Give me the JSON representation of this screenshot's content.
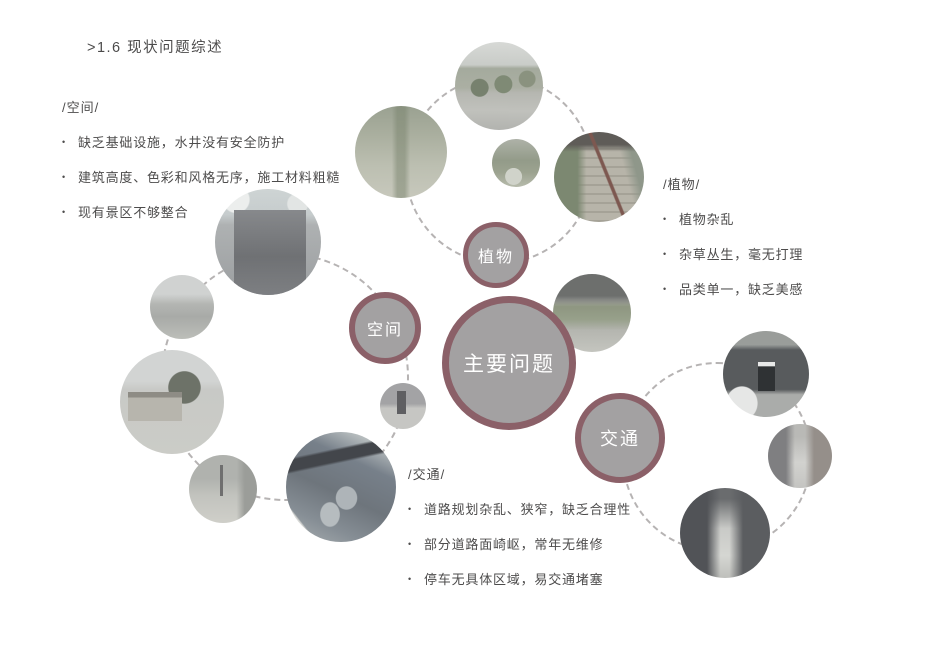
{
  "title": ">1.6 现状问题综述",
  "bullet_char": "•",
  "colors": {
    "accent": "#8b6068",
    "bubble_fill": "#a3a1a2",
    "dash_line": "#b6b3b3",
    "text": "#4d4c4c"
  },
  "center": {
    "label": "主要问题"
  },
  "groups": [
    {
      "id": "space",
      "label": "空间",
      "heading": "/空间/",
      "bullets": [
        "缺乏基础设施，水井没有安全防护",
        "建筑高度、色彩和风格无序，施工材料粗糙",
        "现有景区不够整合"
      ]
    },
    {
      "id": "plants",
      "label": "植物",
      "heading": "/植物/",
      "bullets": [
        "植物杂乱",
        "杂草丛生，毫无打理",
        "品类单一，缺乏美感"
      ]
    },
    {
      "id": "traffic",
      "label": "交通",
      "heading": "/交通/",
      "bullets": [
        "道路规划杂乱、狭窄，缺乏合理性",
        "部分道路面崎岖，常年无维修",
        "停车无具体区域，易交通堵塞"
      ]
    }
  ],
  "photos": [
    "street-trees-photo",
    "stone-path-photo",
    "shrubs-photo",
    "stairs-photo",
    "overgrown-yard-photo",
    "brick-house-photo",
    "village-view-photo",
    "white-house-photo",
    "courtyard-photo",
    "water-reflection-photo",
    "small-street-photo",
    "gate-building-photo",
    "alley-photo",
    "narrow-alley-photo"
  ]
}
